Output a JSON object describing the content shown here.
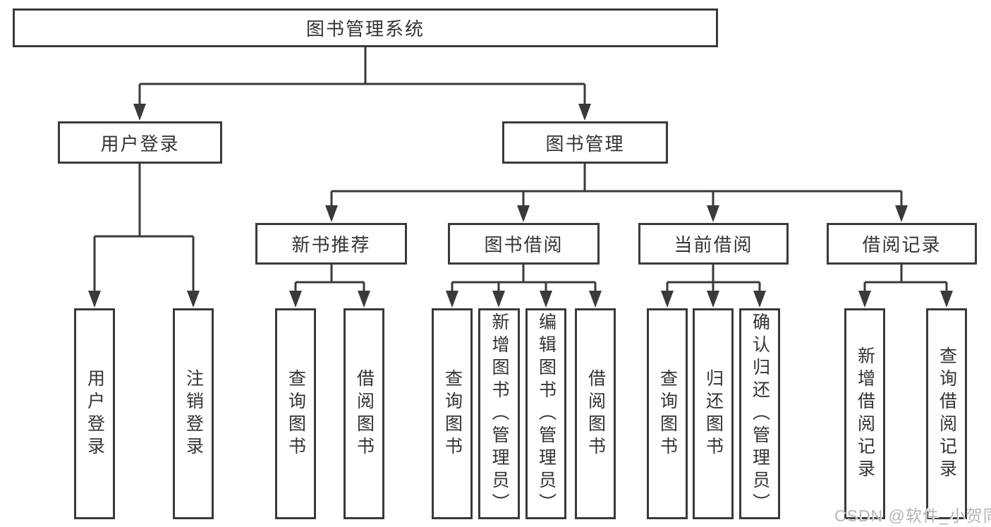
{
  "title": {
    "label": "图书管理系统"
  },
  "branches": [
    {
      "label": "用户登录"
    },
    {
      "label": "图书管理"
    }
  ],
  "modules": [
    {
      "label": "新书推荐"
    },
    {
      "label": "图书借阅"
    },
    {
      "label": "当前借阅"
    },
    {
      "label": "借阅记录"
    }
  ],
  "functions": [
    {
      "label": "用户登录"
    },
    {
      "label": "注销登录"
    },
    {
      "label": "查询图书"
    },
    {
      "label": "借阅图书"
    },
    {
      "label": "查询图书"
    },
    {
      "label": "新增图书（管理员）"
    },
    {
      "label": "编辑图书（管理员）"
    },
    {
      "label": "借阅图书"
    },
    {
      "label": "查询图书"
    },
    {
      "label": "归还图书"
    },
    {
      "label": "确认归还（管理员）"
    },
    {
      "label": "新增借阅记录"
    },
    {
      "label": "查询借阅记录"
    }
  ],
  "watermark": {
    "text": "CSDN @软件_小贺同学"
  },
  "colors": {
    "line": "#3a3a3a",
    "text": "#333333",
    "background": "#ffffff",
    "watermark": "#b5b5b5"
  }
}
